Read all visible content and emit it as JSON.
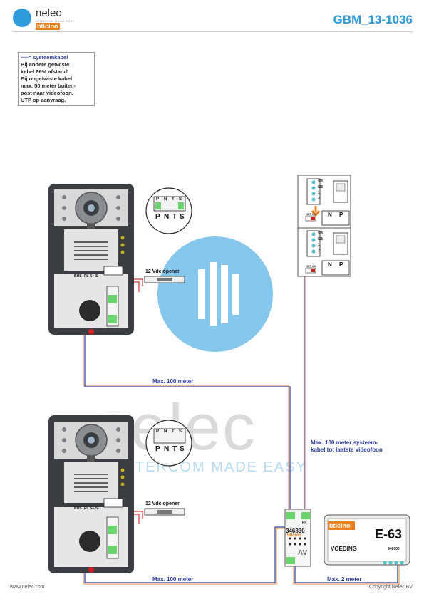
{
  "header": {
    "brand": "nelec",
    "tagline": "INTERCOM MADE EASY",
    "bticino": "bticino",
    "doc_id": "GBM_13-1036"
  },
  "legend": {
    "cable_label": "= systeemkabel",
    "lines": [
      "Bij andere getwiste",
      "kabel 66% afstand!",
      "Bij ongetwiste kabel",
      "max. 50 meter buiten-",
      "post naar videofoon.",
      "UTP op aanvraag."
    ]
  },
  "watermark": {
    "brand": "nelec",
    "tagline": "INTERCOM MADE EASY"
  },
  "outdoor_panels": {
    "terminal_labels": [
      "BUS",
      "PL",
      "S+",
      "S-"
    ],
    "inset_top": [
      "P",
      "N",
      "T",
      "S"
    ],
    "inset_bottom": [
      "P",
      "N",
      "T",
      "S"
    ]
  },
  "opener": {
    "label": "12 Vdc opener"
  },
  "videophones": {
    "terminal_labels": [
      "SB",
      "SB",
      "1",
      "2"
    ],
    "switch_label": "OFF ON",
    "power_labels": [
      "N",
      "P"
    ]
  },
  "distributor": {
    "model": "346830",
    "brand": "bticino",
    "pi_label": "PI",
    "av_label": "AV"
  },
  "power_supply": {
    "brand": "bticino",
    "model": "E-63",
    "name": "VOEDING",
    "part": "346000"
  },
  "cable_labels": {
    "top_run": "Max. 100 meter",
    "bottom_run": "Max. 100 meter",
    "psu_run": "Max. 2 meter",
    "riser": [
      "Max. 100 meter systeem-",
      "kabel tot laatste videofoon"
    ]
  },
  "footer": {
    "website": "www.nelec.com",
    "copyright": "Copyright Nelec BV"
  },
  "colors": {
    "accent": "#2f9ad8",
    "cable_blue": "#2a3a9a",
    "cable_orange": "#e8a060",
    "bticino_orange": "#e8811e"
  }
}
